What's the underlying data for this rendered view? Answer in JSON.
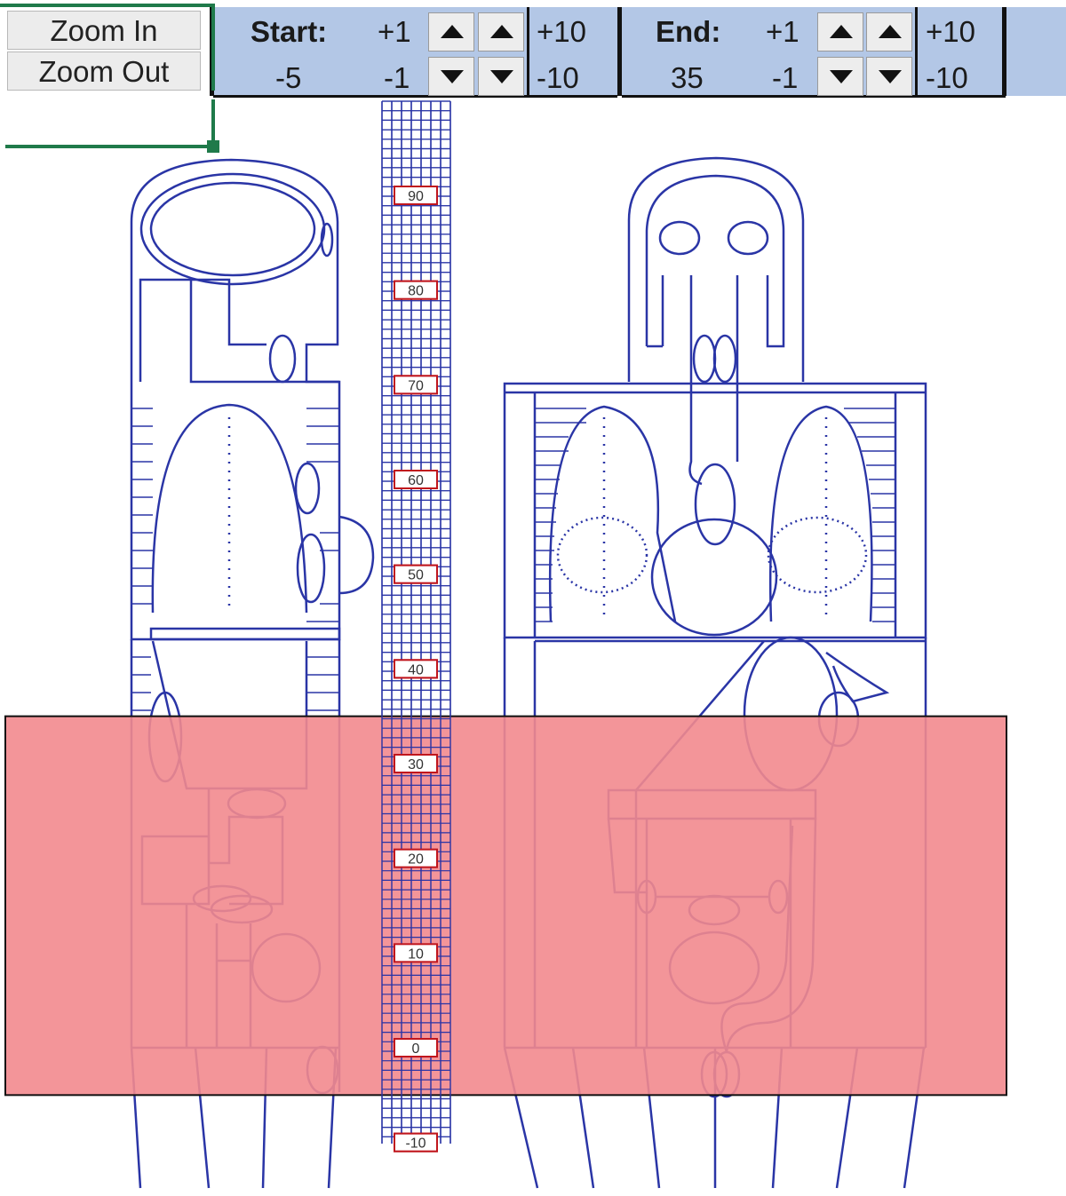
{
  "toolbar": {
    "zoom_in_label": "Zoom In",
    "zoom_out_label": "Zoom Out",
    "start": {
      "label": "Start:",
      "value": "-5",
      "plus1": "+1",
      "minus1": "-1",
      "plus10": "+10",
      "minus10": "-10"
    },
    "end": {
      "label": "End:",
      "value": "35",
      "plus1": "+1",
      "minus1": "-1",
      "plus10": "+10",
      "minus10": "-10"
    }
  },
  "ruler": {
    "labels": [
      "90",
      "80",
      "70",
      "60",
      "50",
      "40",
      "30",
      "20",
      "10",
      "0",
      "-10"
    ]
  },
  "selection": {
    "start": -5,
    "end": 35,
    "color": "#f28a8e"
  },
  "colors": {
    "line": "#2a35a6",
    "ruler_label": "#c0161d",
    "selection": "#f28a8e",
    "panel": "#b3c7e6",
    "cell_cursor": "#1f7a4a"
  },
  "icons": {
    "increment": "triangle-up-icon",
    "decrement": "triangle-down-icon"
  }
}
